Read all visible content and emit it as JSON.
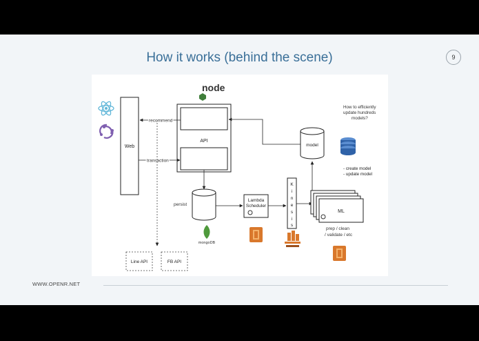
{
  "slide": {
    "title": "How it works (behind the scene)",
    "page_number": "9",
    "footer": "WWW.OPENR.NET"
  },
  "diagram": {
    "logos": {
      "node": "node",
      "mongo": "mongoDB"
    },
    "web_label": "Web",
    "api_label": "API",
    "edge_recommend": "recommend",
    "edge_transaction": "transaction",
    "persist_label": "persist",
    "lambda_label_1": "Lambda",
    "lambda_label_2": "Scheduler",
    "kinesis_letters": [
      "K",
      "i",
      "n",
      "e",
      "s",
      "i",
      "s"
    ],
    "ml_label": "ML",
    "model_label": "model",
    "question_lines": [
      "How to efficiently",
      "update hundreds",
      "models?"
    ],
    "model_tasks": [
      "- create model",
      "- update model"
    ],
    "prep_lines": [
      "prep / clean",
      "/ validate / etc"
    ],
    "line_api": "Line API",
    "fb_api": "FB API",
    "colors": {
      "title": "#3a6f98",
      "aws_orange": "#d9782c",
      "mongo_green": "#4f9a3c",
      "react_blue": "#5fb6d8",
      "redux_purple": "#7f5fb0",
      "db_blue": "#2f62a8",
      "node_green": "#3f7e3a"
    }
  }
}
